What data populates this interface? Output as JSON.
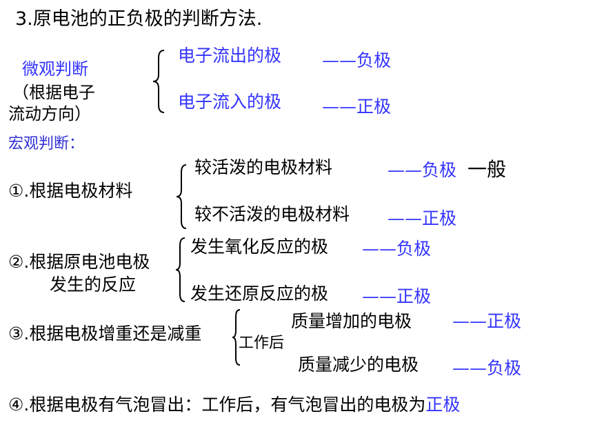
{
  "title": "3.原电池的正负极的判断方法.",
  "micro": {
    "label": "微观判断",
    "paren_line1": "（根据电子",
    "paren_line2": "流动方向）",
    "items": [
      {
        "text": "电子流出的极",
        "result": "——负极"
      },
      {
        "text": "电子流入的极",
        "result": "——正极"
      }
    ]
  },
  "macro": {
    "label": "宏观判断："
  },
  "rule1": {
    "label": "①.根据电极材料",
    "items": [
      {
        "text": "较活泼的电极材料",
        "result": "——负极",
        "note": "一般"
      },
      {
        "text": "较不活泼的电极材料",
        "result": "——正极"
      }
    ]
  },
  "rule2": {
    "label_line1": "②.根据原电池电极",
    "label_line2": "发生的反应",
    "items": [
      {
        "text": "发生氧化反应的极",
        "result": "——负极"
      },
      {
        "text": "发生还原反应的极",
        "result": "——正极"
      }
    ]
  },
  "rule3": {
    "label": "③.根据电极增重还是减重",
    "condition": "工作后",
    "items": [
      {
        "text": "质量增加的电极",
        "result": "——正极"
      },
      {
        "text": "质量减少的电极",
        "result": "——负极"
      }
    ]
  },
  "rule4": {
    "text": "④.根据电极有气泡冒出：工作后，有气泡冒出的电极为",
    "result": "正极"
  }
}
